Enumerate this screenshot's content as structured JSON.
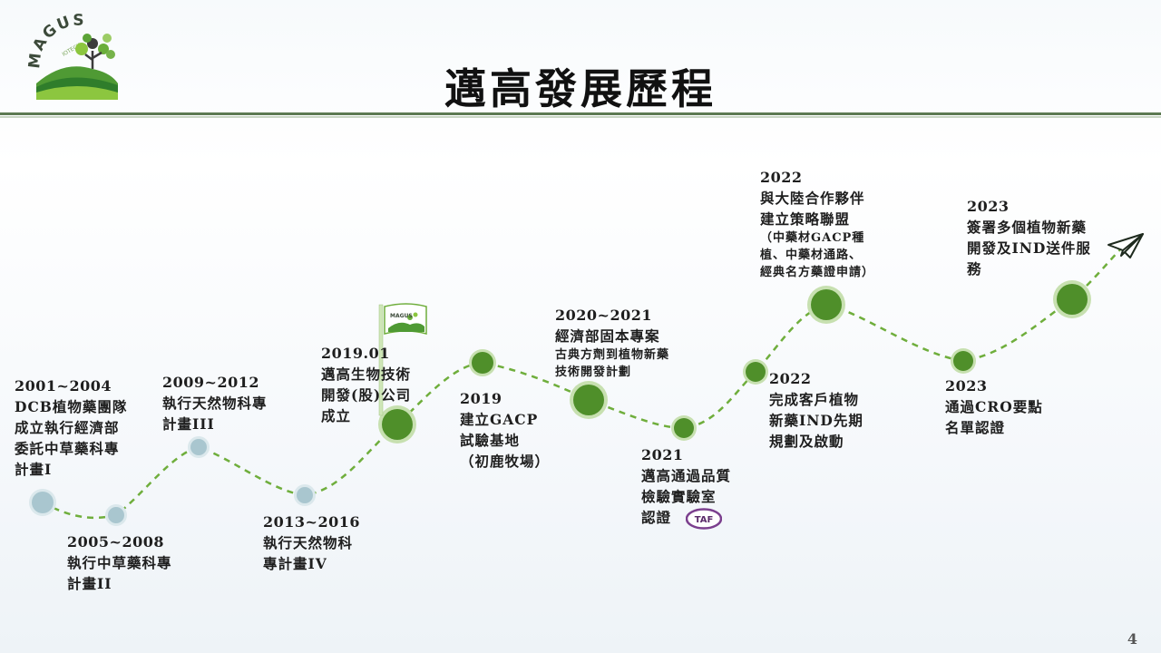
{
  "header": {
    "logo_text": "MAGUS",
    "logo_subtext": "IOTECH",
    "title": "邁高發展歷程"
  },
  "milestones": [
    {
      "year": "2001~2004",
      "lines": [
        "DCB植物藥團隊",
        "成立執行經濟部",
        "委託中草藥科專",
        "計畫I"
      ]
    },
    {
      "year": "2005~2008",
      "lines": [
        "執行中草藥科專",
        "計畫II"
      ]
    },
    {
      "year": "2009~2012",
      "lines": [
        "執行天然物科專",
        "計畫III"
      ]
    },
    {
      "year": "2013~2016",
      "lines": [
        "執行天然物科",
        "專計畫IV"
      ]
    },
    {
      "year": "2019.01",
      "lines": [
        "邁高生物技術",
        "開發(股)公司",
        "成立"
      ]
    },
    {
      "year": "2019",
      "lines": [
        "建立GACP",
        "試驗基地",
        "（初鹿牧場）"
      ]
    },
    {
      "year": "2020~2021",
      "lines": [
        "經濟部固本專案"
      ],
      "small_lines": [
        "古典方劑到植物新藥",
        "技術開發計劃"
      ]
    },
    {
      "year": "2021",
      "lines": [
        "邁高通過品質",
        "檢驗實驗室",
        "認證"
      ]
    },
    {
      "year": "2022",
      "lines": [
        "完成客戶植物",
        "新藥IND先期",
        "規劃及啟動"
      ]
    },
    {
      "year": "2022",
      "lines": [
        "與大陸合作夥伴",
        "建立策略聯盟"
      ],
      "small_lines": [
        "（中藥材GACP種",
        "植、中藥材通路、",
        "經典名方藥證申請）"
      ]
    },
    {
      "year": "2023",
      "lines": [
        "通過CRO要點",
        "名單認證"
      ]
    },
    {
      "year": "2023",
      "lines": [
        "簽署多個植物新藥",
        "開發及IND送件服",
        "務"
      ]
    }
  ],
  "badge": {
    "taf_text": "TAF"
  },
  "flag": {
    "text": "MAGUS"
  },
  "colors": {
    "path": "#6fae3c",
    "node_early": "#a9c6cf",
    "node_late": "#4f8f2a",
    "ring_late": "#c7e0b0",
    "ring_early": "#dbe8ec",
    "title_rule": "#5c7a52"
  },
  "page_number": "4"
}
